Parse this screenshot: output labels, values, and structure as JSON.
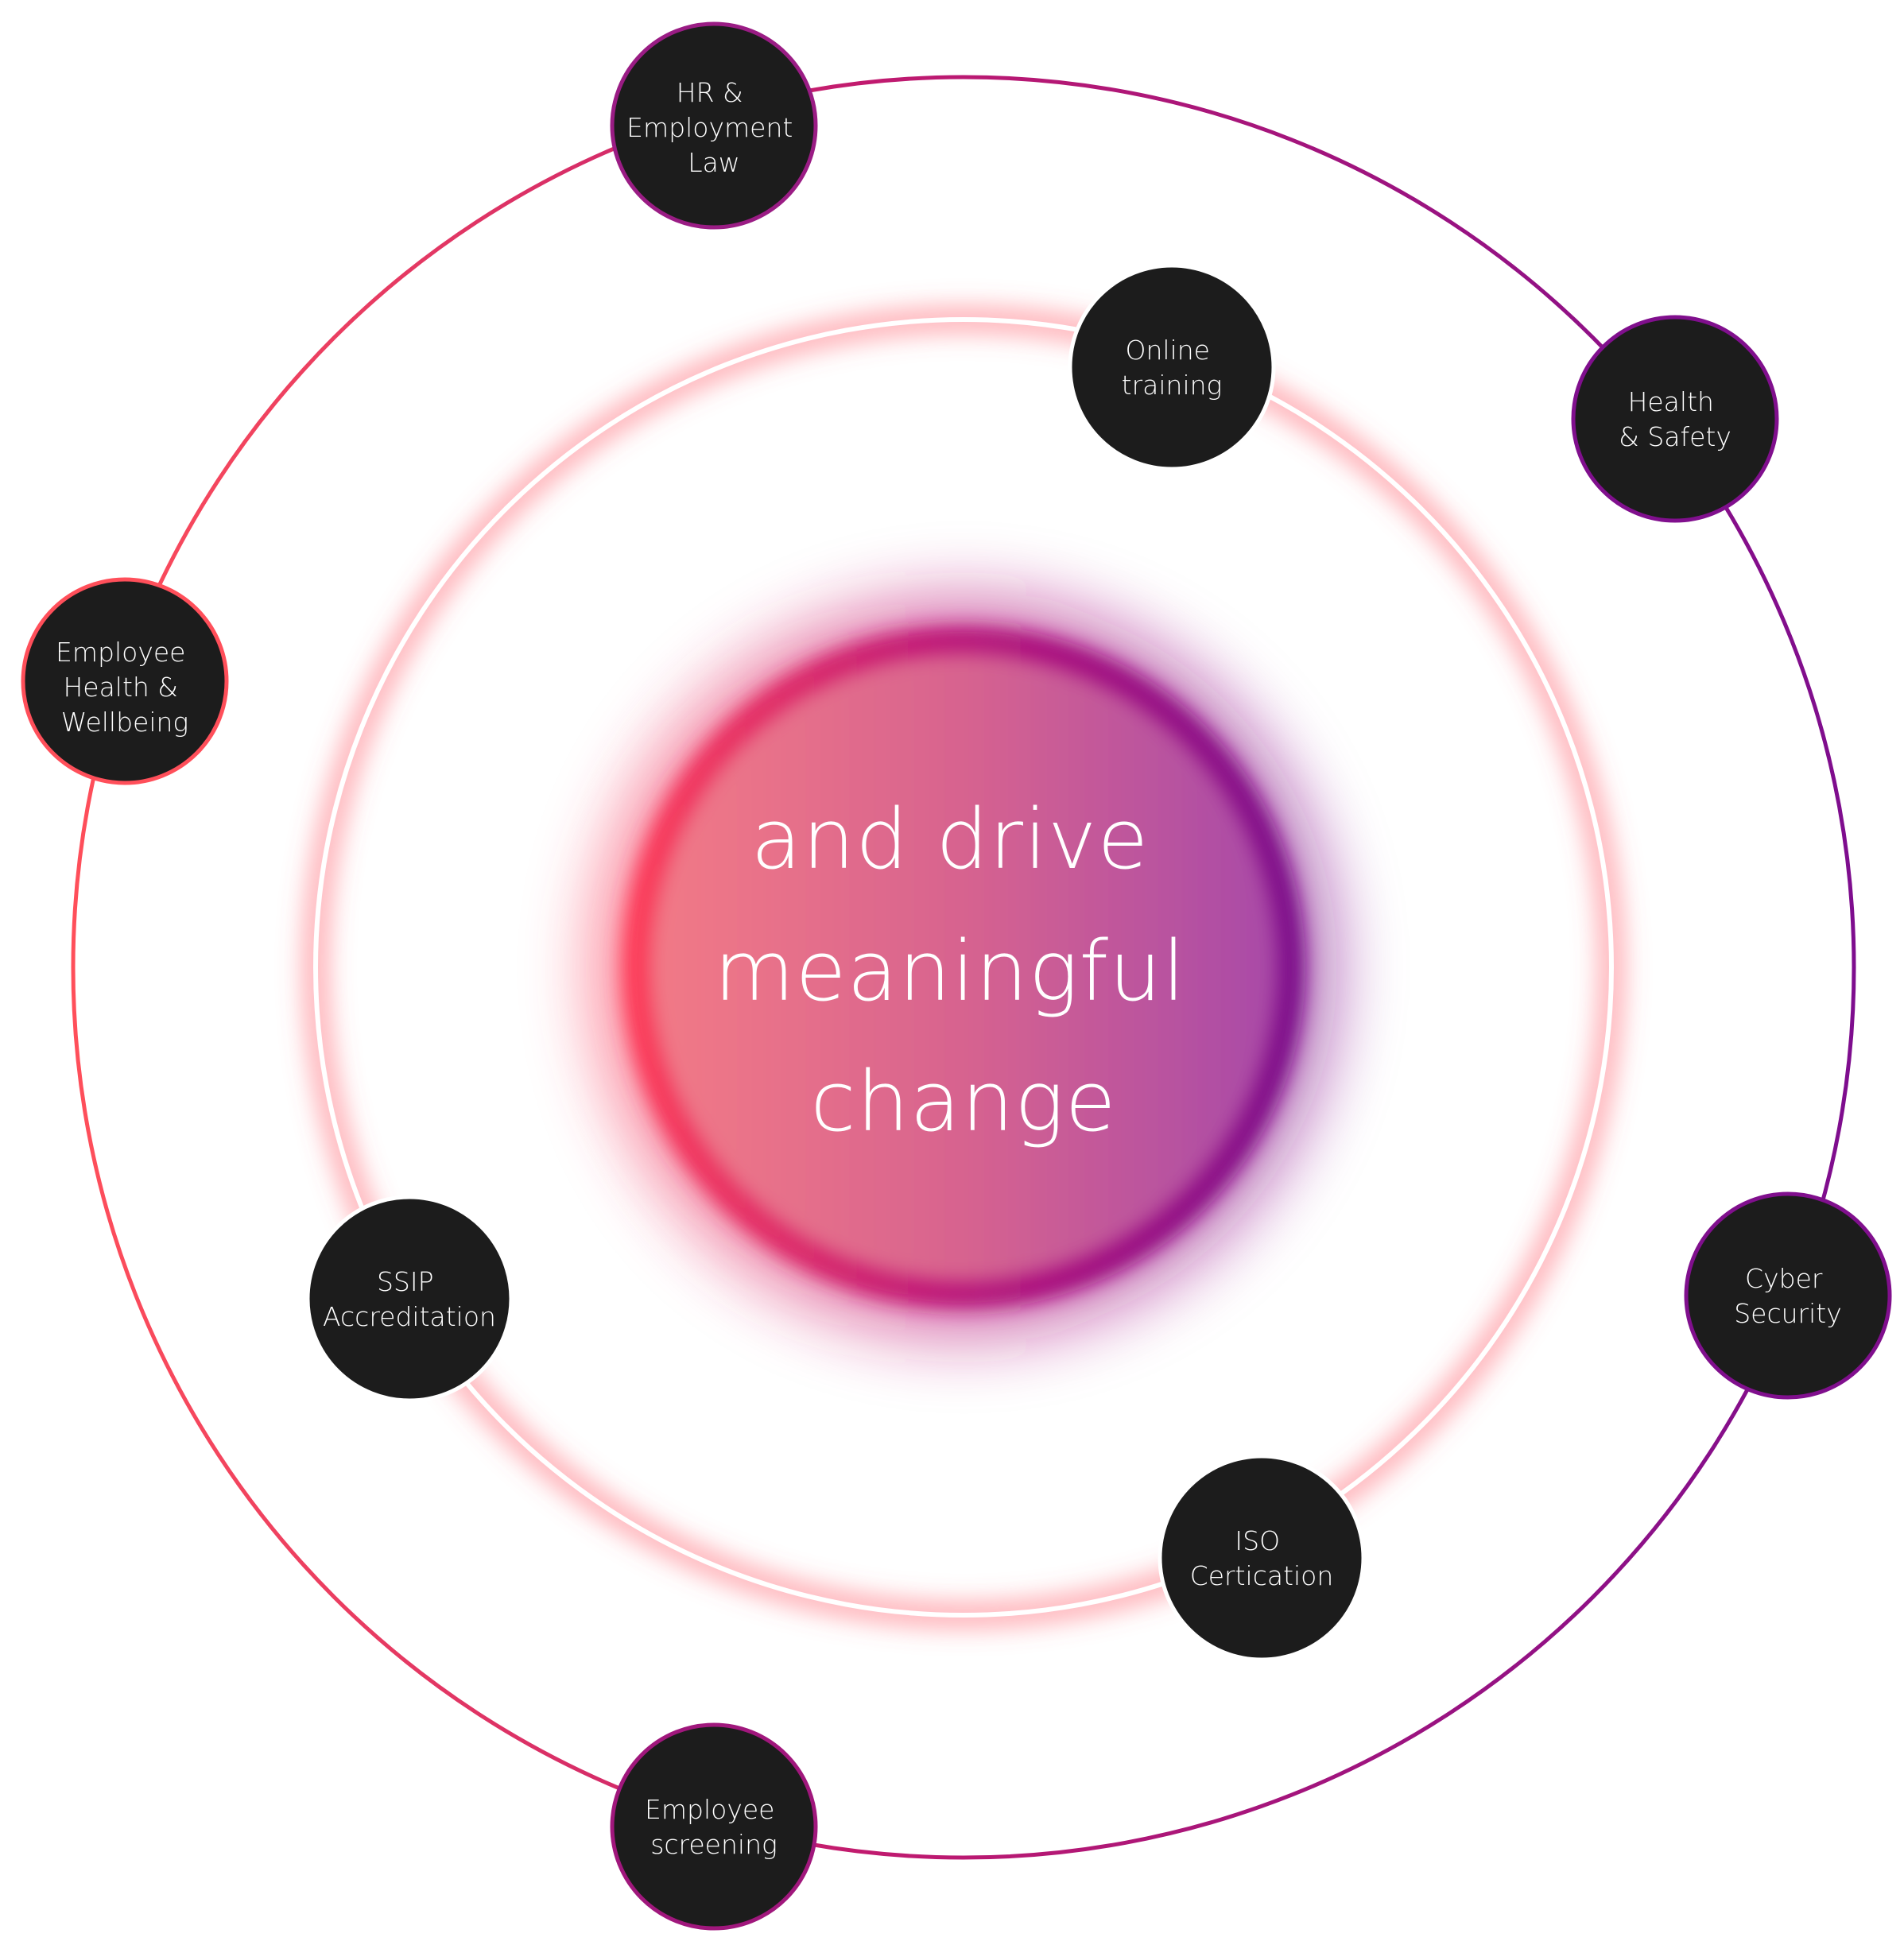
{
  "center": {
    "lines": [
      "and drive",
      "meaningful",
      "change"
    ]
  },
  "colors": {
    "coral": "#ff4f5a",
    "magenta": "#a0177c",
    "purple": "#8b0f8c",
    "node_fill": "#1c1c1c",
    "inner_ring": "#ffffff",
    "glow": "#ff6b74"
  },
  "outer_nodes": [
    {
      "name": "node-hr-employment-law",
      "lines": [
        "HR &",
        "Employment",
        "Law"
      ]
    },
    {
      "name": "node-health-safety",
      "lines": [
        "Health",
        "& Safety"
      ]
    },
    {
      "name": "node-employee-health-wellbeing",
      "lines": [
        "Employee",
        "Health &",
        "Wellbeing"
      ]
    },
    {
      "name": "node-cyber-security",
      "lines": [
        "Cyber",
        "Security"
      ]
    },
    {
      "name": "node-employee-screening",
      "lines": [
        "Employee",
        "screening"
      ]
    }
  ],
  "inner_nodes": [
    {
      "name": "node-online-training",
      "lines": [
        "Online",
        "training"
      ]
    },
    {
      "name": "node-ssip-accreditation",
      "lines": [
        "SSIP",
        "Accreditation"
      ]
    },
    {
      "name": "node-iso-certication",
      "lines": [
        "ISO",
        "Certication"
      ]
    }
  ]
}
